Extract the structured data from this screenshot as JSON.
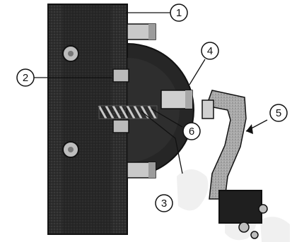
{
  "figure": {
    "callouts": [
      {
        "id": "1",
        "label": "1"
      },
      {
        "id": "2",
        "label": "2"
      },
      {
        "id": "3",
        "label": "3"
      },
      {
        "id": "4",
        "label": "4"
      },
      {
        "id": "5",
        "label": "5"
      },
      {
        "id": "6",
        "label": "6"
      }
    ],
    "colors": {
      "ink": "#111111",
      "block": "#2a2a2a",
      "metal": "#9a9a9a",
      "watermark": "#ececec"
    }
  }
}
